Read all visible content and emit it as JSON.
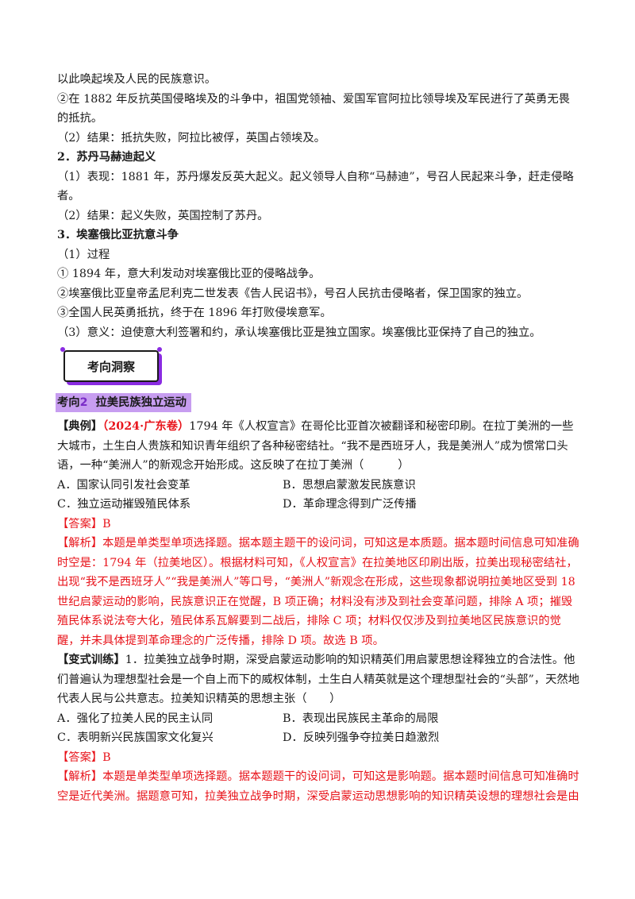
{
  "lines_top": [
    "以此唤起埃及人民的民族意识。",
    "②在 1882 年反抗英国侵略埃及的斗争中，祖国党领袖、爱国军官阿拉比领导埃及军民进行了英勇无畏的抵抗。",
    "（2）结果：抵抗失败，阿拉比被俘，英国占领埃及。",
    "2．苏丹马赫迪起义",
    "（1）表现：1881 年，苏丹爆发反英大起义。起义领导人自称“马赫迪”，号召人民起来斗争，赶走侵略者。",
    "（2）结果：起义失败，英国控制了苏丹。",
    "3．埃塞俄比亚抗意斗争",
    "（1）过程",
    "① 1894 年，意大利发动对埃塞俄比亚的侵略战争。",
    "②埃塞俄比亚皇帝孟尼利克二世发表《告人民诏书》，号召人民抗击侵略者，保卫国家的独立。",
    "③全国人民英勇抵抗，终于在 1896 年打败侵埃意军。",
    "（3）意义：迫使意大利签署和约，承认埃塞俄比亚是独立国家。埃塞俄比亚保持了自己的独立。"
  ],
  "badge": {
    "label": "考向洞察"
  },
  "section_heading": {
    "prefix": "考向",
    "num": "2",
    "title": "拉美民族独立运动"
  },
  "example": {
    "tag": "【典例】",
    "source": "（2024·广东卷）",
    "stem": "1794 年《人权宣言》在哥伦比亚首次被翻译和秘密印刷。在拉丁美洲的一些大城市，土生白人贵族和知识青年组织了各种秘密结社。“我不是西班牙人，我是美洲人”成为惯常口头语，一种“美洲人”的新观念开始形成。这反映了在拉丁美洲（　　　）",
    "options": [
      "A．国家认同引发社会变革",
      "B．思想启蒙激发民族意识",
      "C．独立运动摧毁殖民体系",
      "D．革命理念得到广泛传播"
    ],
    "answer": "【答案】B",
    "analysis": "【解析】本题是单类型单项选择题。据本题主题干的设问词，可知这是本质题。据本题时间信息可知准确时空是：1794 年（拉美地区）。根据材料可知，《人权宣言》在拉美地区印刷出版，拉美出现秘密结社，出现“我不是西班牙人”“我是美洲人”等口号，“美洲人”新观念在形成，这些现象都说明拉美地区受到 18 世纪启蒙运动的影响，民族意识正在觉醒，B 项正确；材料没有涉及到社会变革问题，排除 A 项；摧毁殖民体系说法夸大化，殖民体系瓦解要到二战后，排除 C 项；材料仅仅涉及到拉美地区民族意识的觉醒，并未具体提到革命理念的广泛传播，排除 D 项。故选 B 项。"
  },
  "exercise": {
    "tag": "【变式训练】",
    "stem": "1．拉美独立战争时期，深受启蒙运动影响的知识精英们用启蒙思想诠释独立的合法性。他们普遍认为理想型社会是一个自上而下的威权体制，土生白人精英就是这个理想型社会的“头部”，天然地代表人民与公共意志。拉美知识精英的思想主张（　　）",
    "options": [
      "A．强化了拉美人民的民主认同",
      "B．表现出民族民主革命的局限",
      "C．表明新兴民族国家文化复兴",
      "D．反映列强争夺拉美日趋激烈"
    ],
    "answer": "【答案】B",
    "analysis": "【解析】本题是单类型单项选择题。据本题题干的设问词，可知这是影响题。据本题时间信息可知准确时空是近代美洲。据题意可知，拉美独立战争时期，深受启蒙运动思想影响的知识精英设想的理想社会是由"
  }
}
